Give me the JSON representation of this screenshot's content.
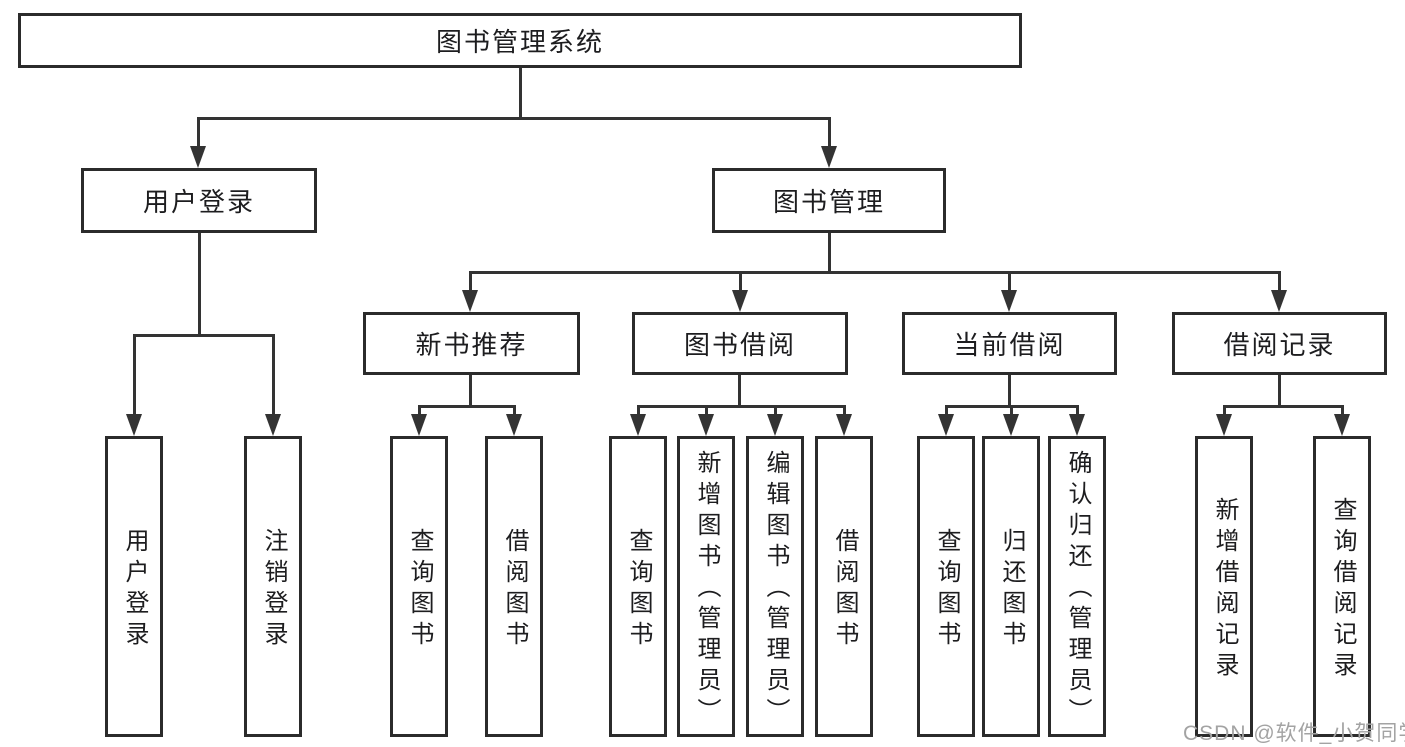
{
  "diagram": {
    "root": {
      "label": "图书管理系统"
    },
    "branches": [
      {
        "label": "用户登录",
        "children": [
          {
            "label": "用户登录"
          },
          {
            "label": "注销登录"
          }
        ]
      },
      {
        "label": "图书管理",
        "children": [
          {
            "label": "新书推荐",
            "children": [
              {
                "label": "查询图书"
              },
              {
                "label": "借阅图书"
              }
            ]
          },
          {
            "label": "图书借阅",
            "children": [
              {
                "label": "查询图书"
              },
              {
                "label": "新增图书（管理员）"
              },
              {
                "label": "编辑图书（管理员）"
              },
              {
                "label": "借阅图书"
              }
            ]
          },
          {
            "label": "当前借阅",
            "children": [
              {
                "label": "查询图书"
              },
              {
                "label": "归还图书"
              },
              {
                "label": "确认归还（管理员）"
              }
            ]
          },
          {
            "label": "借阅记录",
            "children": [
              {
                "label": "新增借阅记录"
              },
              {
                "label": "查询借阅记录"
              }
            ]
          }
        ]
      }
    ]
  },
  "watermark": "CSDN @软件_小贺同学",
  "colors": {
    "line": "#333333",
    "box_border": "#2b2b2b",
    "text": "#1d1d1f",
    "watermark": "#a3a3a3",
    "background": "#ffffff"
  }
}
